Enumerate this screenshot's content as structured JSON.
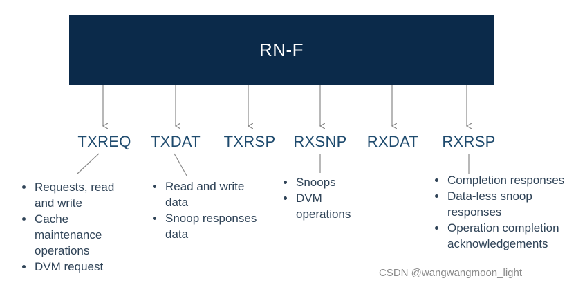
{
  "node": {
    "title": "RN-F"
  },
  "channels": [
    {
      "id": "txreq",
      "label": "TXREQ",
      "bullets": [
        "Requests, read and write",
        "Cache maintenance operations",
        "DVM request"
      ]
    },
    {
      "id": "txdat",
      "label": "TXDAT",
      "bullets": [
        "Read and write data",
        "Snoop responses data"
      ]
    },
    {
      "id": "txrsp",
      "label": "TXRSP",
      "bullets": []
    },
    {
      "id": "rxsnp",
      "label": "RXSNP",
      "bullets": [
        "Snoops",
        "DVM operations"
      ]
    },
    {
      "id": "rxdat",
      "label": "RXDAT",
      "bullets": []
    },
    {
      "id": "rxrsp",
      "label": "RXRSP",
      "bullets": [
        "Completion responses",
        "Data-less snoop responses",
        "Operation completion acknowledgements"
      ]
    }
  ],
  "watermark": "CSDN @wangwangmoon_light",
  "colors": {
    "node_fill": "#0b2a4a",
    "channel_text": "#1f4b6e",
    "bullet_text": "#2f4357",
    "line": "#888888"
  }
}
